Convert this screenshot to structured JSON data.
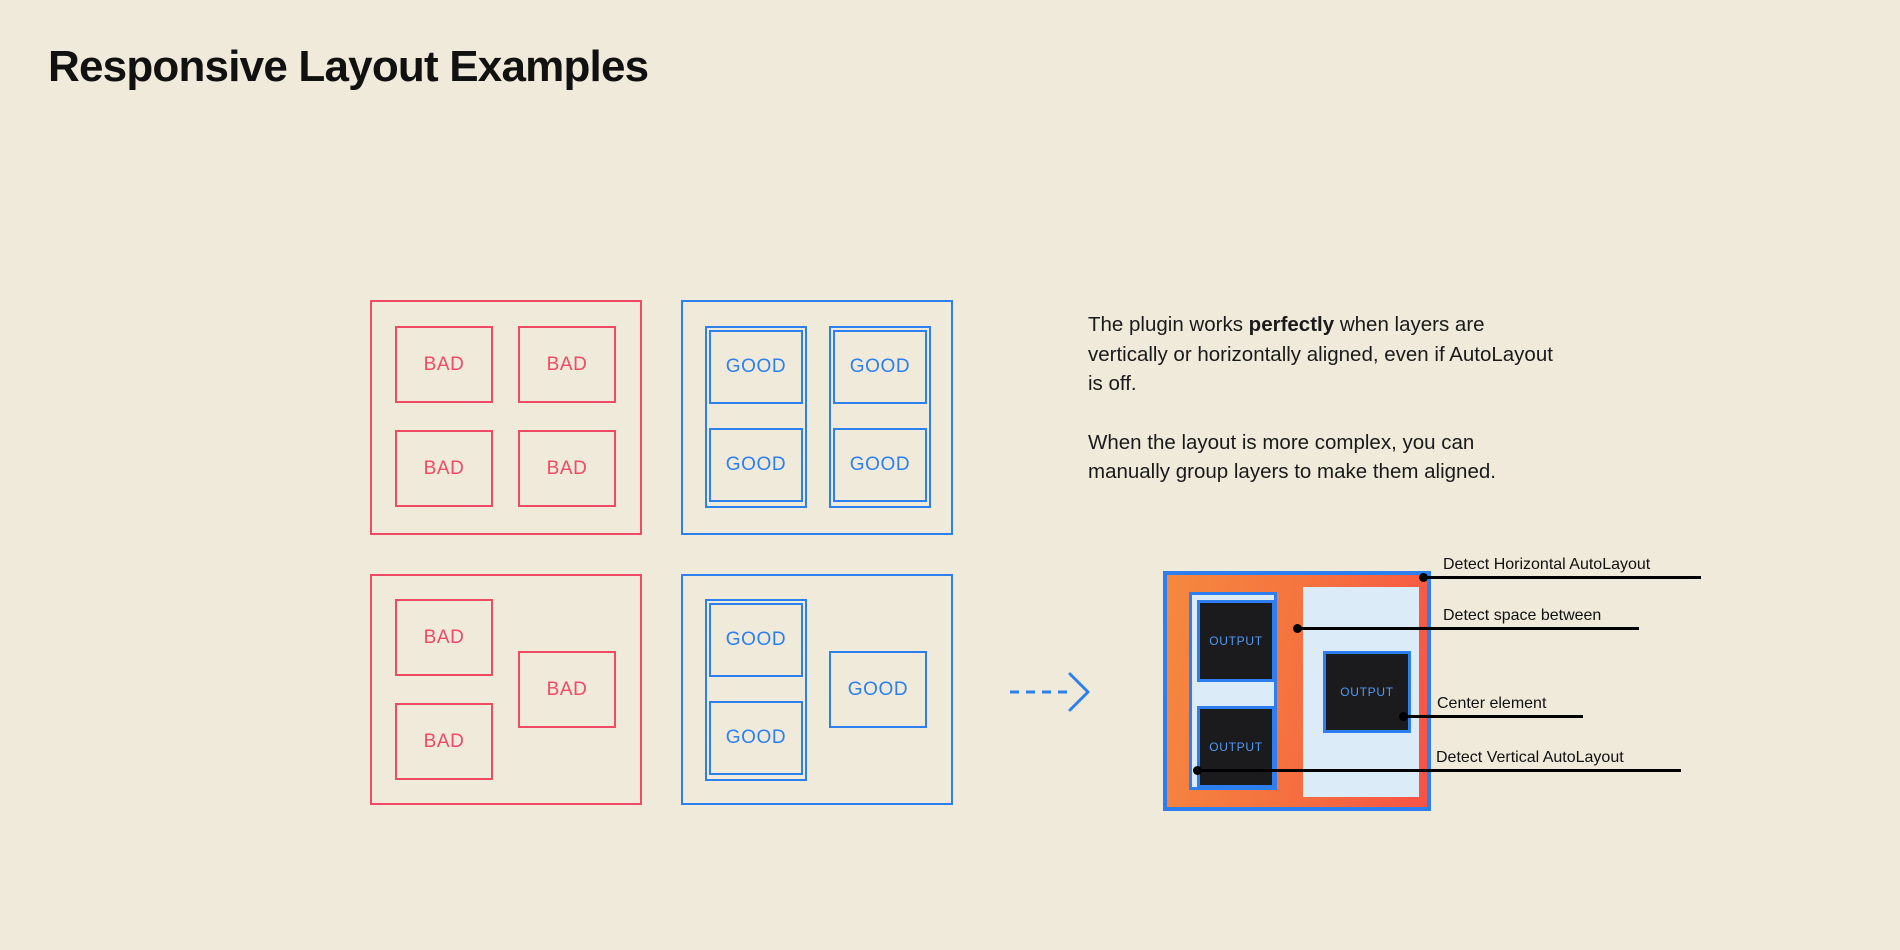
{
  "page": {
    "title": "Responsive Layout Examples",
    "background_color": "#F0EADB"
  },
  "colors": {
    "bad_accent": "#F04A64",
    "good_accent": "#2D7FF0",
    "diagram_fill_orange": "#F5883F",
    "diagram_fill_red": "#F85344",
    "panel_light_blue": "#DCEBF8",
    "output_box_fill": "#1B1B1E",
    "output_box_text": "#4E9BF5",
    "text": "#111111"
  },
  "examples": {
    "bad_grid": {
      "label": "BAD",
      "cells": [
        "BAD",
        "BAD",
        "BAD",
        "BAD"
      ]
    },
    "good_grid": {
      "label": "GOOD",
      "cells": [
        "GOOD",
        "GOOD",
        "GOOD",
        "GOOD"
      ]
    },
    "bad_complex": {
      "label": "BAD",
      "cells": [
        "BAD",
        "BAD",
        "BAD"
      ]
    },
    "good_complex": {
      "label": "GOOD",
      "cells": [
        "GOOD",
        "GOOD",
        "GOOD"
      ]
    }
  },
  "arrow": {
    "icon": "dashed-arrow-right-icon",
    "style": "dashed",
    "color": "#2D7FF0"
  },
  "copy": {
    "paragraph_1_part_1": "The plugin works ",
    "paragraph_1_bold": "perfectly",
    "paragraph_1_part_2": " when layers are vertically or horizontally aligned, even if AutoLayout is off.",
    "paragraph_2": "When the layout is more complex, you can manually group layers to make them aligned."
  },
  "diagram": {
    "output_label": "OUTPUT",
    "outputs": [
      "OUTPUT",
      "OUTPUT",
      "OUTPUT"
    ],
    "annotations": [
      {
        "label": "Detect Horizontal AutoLayout"
      },
      {
        "label": "Detect space between"
      },
      {
        "label": "Center element"
      },
      {
        "label": "Detect Vertical AutoLayout"
      }
    ]
  }
}
